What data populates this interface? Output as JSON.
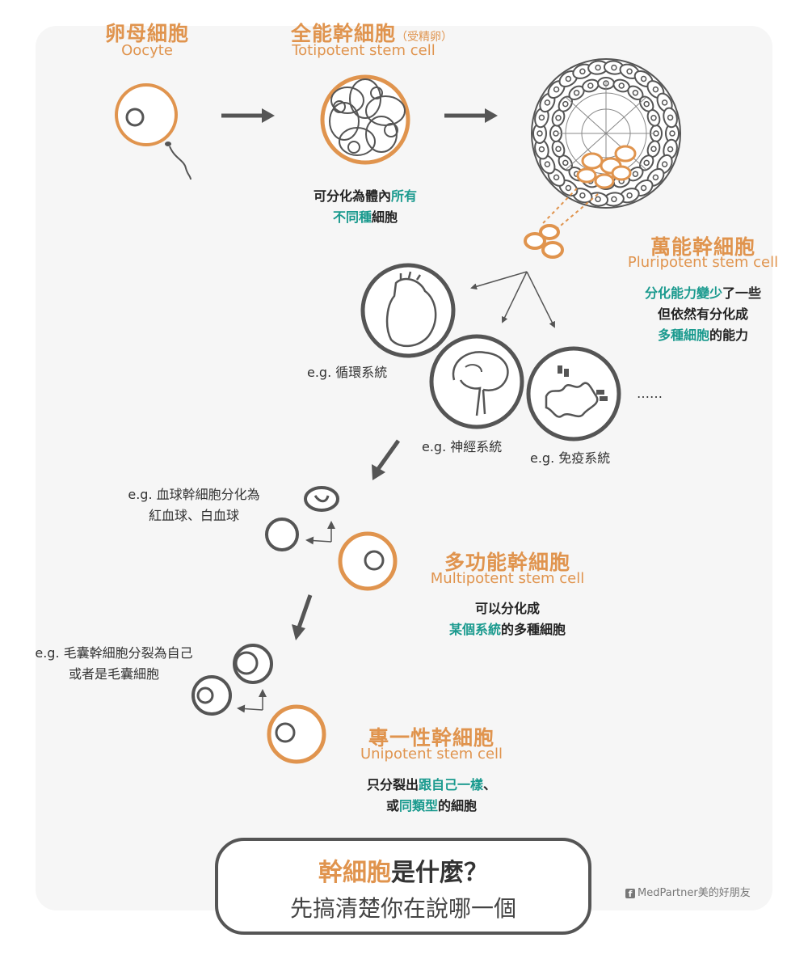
{
  "oocyte": {
    "zh": "卵母細胞",
    "en": "Oocyte"
  },
  "totipotent": {
    "zh": "全能幹細胞",
    "zh_note": "（受精卵）",
    "en": "Totipotent stem cell",
    "desc_line1_a": "可分化為體內",
    "desc_line1_hl": "所有",
    "desc_line2_hl": "不同種",
    "desc_line2_b": "細胞"
  },
  "pluripotent": {
    "zh": "萬能幹細胞",
    "en": "Pluripotent stem cell",
    "desc_line1_hl": "分化能力變少",
    "desc_line1_b": "了一些",
    "desc_line2": "但依然有分化成",
    "desc_line3_hl": "多種細胞",
    "desc_line3_b": "的能力"
  },
  "examples": {
    "circulatory": "e.g. 循環系統",
    "nervous": "e.g. 神經系統",
    "immune": "e.g. 免疫系統",
    "ellipsis": "……"
  },
  "multipotent": {
    "zh": "多功能幹細胞",
    "en": "Multipotent stem cell",
    "desc_line1": "可以分化成",
    "desc_line2_hl": "某個系統",
    "desc_line2_b": "的多種細胞",
    "example_line1": "e.g. 血球幹細胞分化為",
    "example_line2": "紅血球、白血球"
  },
  "unipotent": {
    "zh": "專一性幹細胞",
    "en": "Unipotent stem cell",
    "desc_line1_a": "只分裂出",
    "desc_line1_hl": "跟自己一樣",
    "desc_line1_b": "、",
    "desc_line2_a": "或",
    "desc_line2_hl": "同類型",
    "desc_line2_b": "的細胞",
    "example_line1": "e.g. 毛囊幹細胞分裂為自己",
    "example_line2": "或者是毛囊細胞"
  },
  "footer": {
    "title_accent": "幹細胞",
    "title_rest": "是什麼？",
    "subtitle": "先搞清楚你在說哪一個",
    "credit_icon": "f",
    "credit": "MedPartner美的好朋友"
  },
  "colors": {
    "accent_orange": "#e0944e",
    "highlight_teal": "#1a9a8e",
    "stroke_gray": "#555555",
    "panel_bg": "#f6f6f6"
  }
}
